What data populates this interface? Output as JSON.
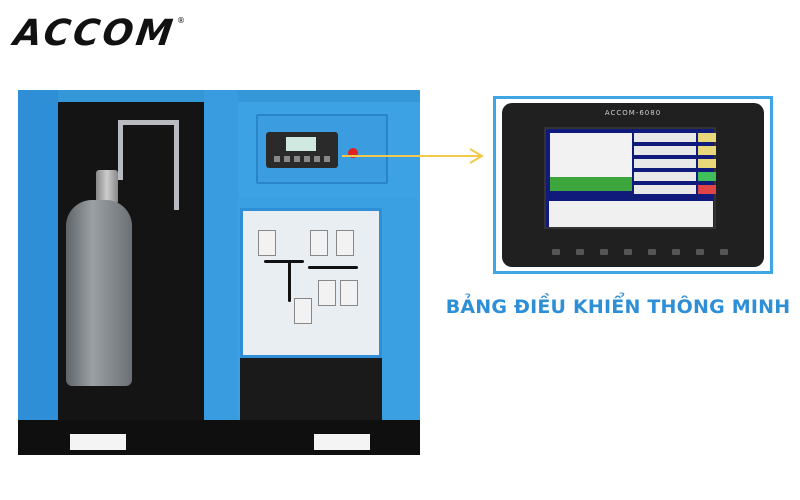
{
  "logo": {
    "text": "ACCOM",
    "registered": "®"
  },
  "panel": {
    "brand": "ACCOM-6080"
  },
  "caption": "BẢNG ĐIỀU KHIỂN THÔNG MINH",
  "colors": {
    "accent": "#3ea6e2",
    "caption": "#2f8fd6",
    "machine_blue": "#3498d8",
    "arrow": "#f2c94c"
  }
}
